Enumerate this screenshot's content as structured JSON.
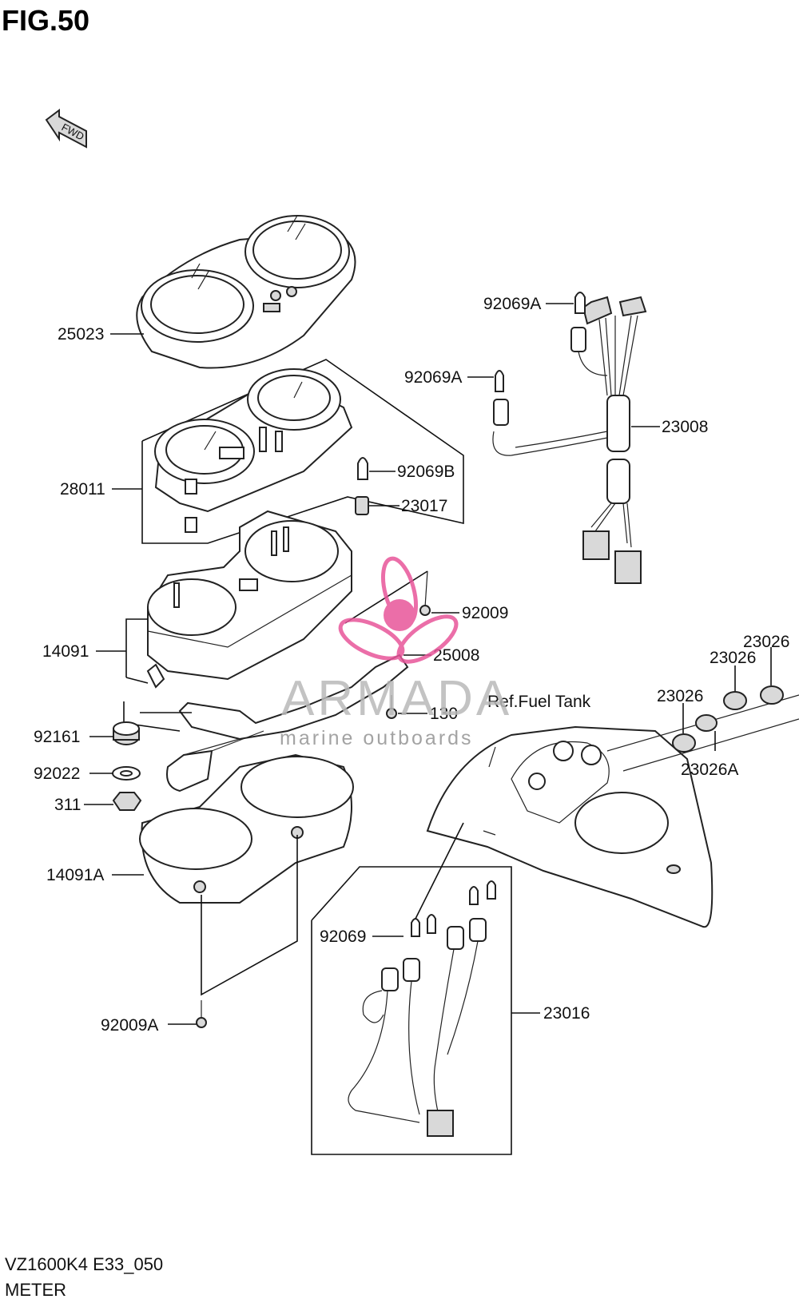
{
  "figure": {
    "title": "FIG.50",
    "model_code": "VZ1600K4 E33_050",
    "section_name": "METER",
    "fwd_arrow_label": "FWD"
  },
  "reference": {
    "fuel_tank": "Ref.Fuel Tank"
  },
  "watermark": {
    "brand": "ARMADA",
    "tagline": "marine outboards",
    "accent_color": "#e8559a"
  },
  "callouts": {
    "c25023": "25023",
    "c92069A_1": "92069A",
    "c92069A_2": "92069A",
    "c23008": "23008",
    "c28011": "28011",
    "c92069B": "92069B",
    "c23017": "23017",
    "c92009": "92009",
    "c14091": "14091",
    "c25008": "25008",
    "c130": "130",
    "c23026_1": "23026",
    "c23026_2": "23026",
    "c23026_3": "23026",
    "c23026A": "23026A",
    "c92161": "92161",
    "c92022": "92022",
    "c311": "311",
    "c14091A": "14091A",
    "c92069": "92069",
    "c23016": "23016",
    "c92009A": "92009A"
  }
}
